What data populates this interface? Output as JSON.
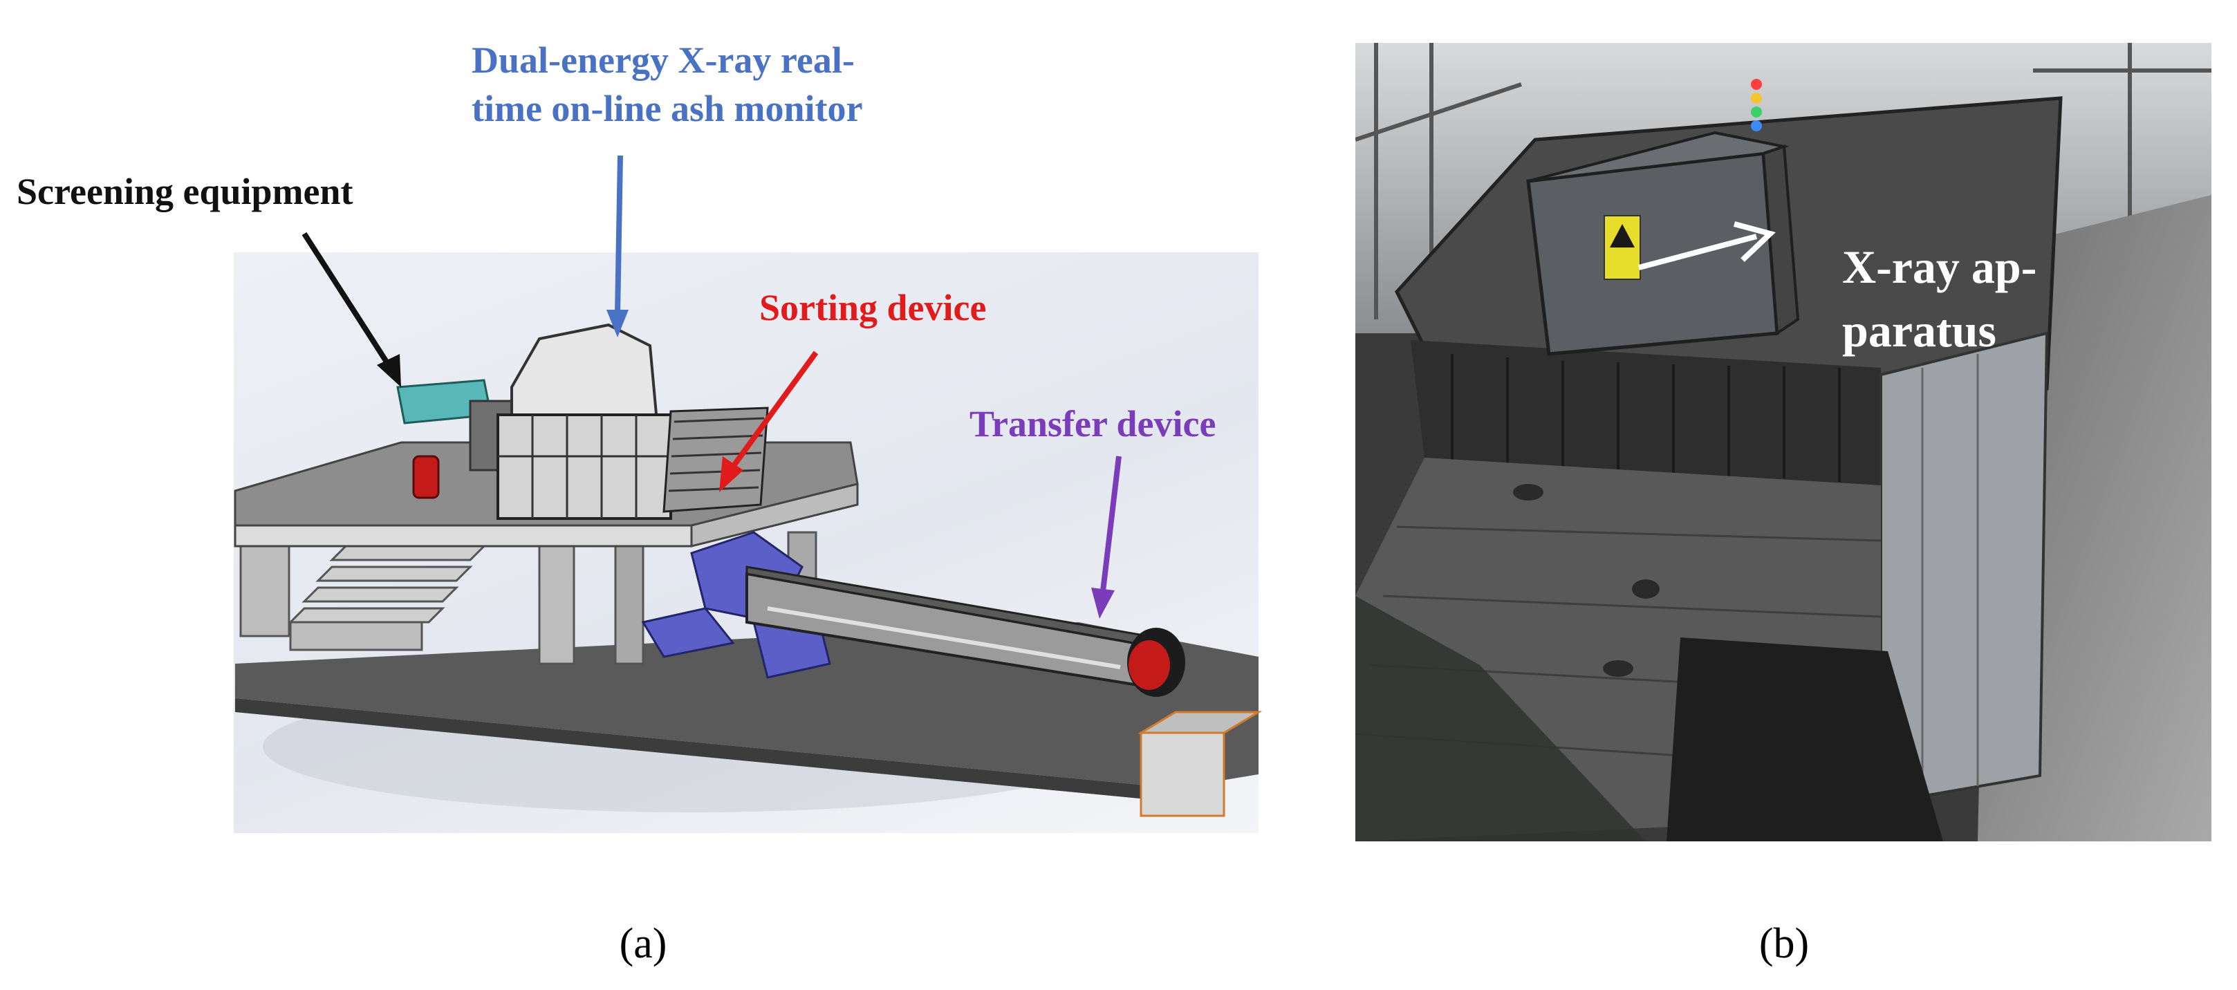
{
  "panel_a": {
    "callouts": {
      "xray_monitor": [
        "Dual-energy X-ray real-",
        "time on-line ash monitor"
      ],
      "screening": "Screening equipment",
      "sorting": "Sorting device",
      "transfer": "Transfer device"
    },
    "sublabel": "(a)",
    "colors": {
      "xray_monitor": "#4a72c4",
      "screening": "#111111",
      "sorting": "#e11b1b",
      "transfer": "#7a3cb8",
      "machine_accent": "#5b5fc7"
    }
  },
  "panel_b": {
    "callouts": {
      "xray_apparatus": [
        "X-ray ap-",
        "paratus"
      ]
    },
    "sublabel": "(b)",
    "colors": {
      "text": "#ffffff",
      "warning_sign": "#e8dd2a"
    }
  }
}
